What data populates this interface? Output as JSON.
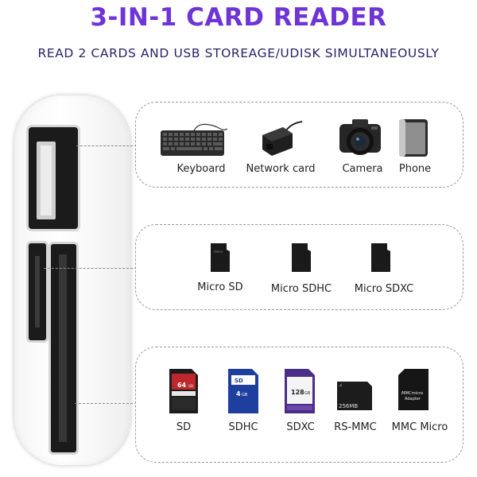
{
  "header": {
    "title": "3-IN-1 CARD READER",
    "subtitle": "READ 2 CARDS AND USB STOREAGE/UDISK SIMULTANEOUSLY"
  },
  "usb_devices": [
    {
      "label": "Keyboard",
      "icon": "keyboard-icon"
    },
    {
      "label": "Network card",
      "icon": "network-card-icon"
    },
    {
      "label": "Camera",
      "icon": "camera-icon"
    },
    {
      "label": "Phone",
      "icon": "phone-icon"
    }
  ],
  "micro_cards": [
    {
      "label": "Micro SD",
      "icon": "micro-sd-card-icon"
    },
    {
      "label": "Micro SDHC",
      "icon": "micro-sdhc-card-icon"
    },
    {
      "label": "Micro SDXC",
      "icon": "micro-sdxc-card-icon"
    }
  ],
  "sd_cards": [
    {
      "label": "SD",
      "icon": "sd-card-icon",
      "card_text": "64",
      "card_unit": "GB",
      "color": "#c0272d"
    },
    {
      "label": "SDHC",
      "icon": "sdhc-card-icon",
      "card_text": "4",
      "card_unit": "GB",
      "color": "#1f3f9e"
    },
    {
      "label": "SDXC",
      "icon": "sdxc-card-icon",
      "card_text": "128",
      "card_unit": "GB",
      "color": "#4a2d86"
    },
    {
      "label": "RS-MMC",
      "icon": "rs-mmc-card-icon",
      "card_text": "256MB"
    },
    {
      "label": "MMC Micro",
      "icon": "mmc-micro-card-icon",
      "card_text": "MMCmicro",
      "card_subtext": "Adapter"
    }
  ]
}
